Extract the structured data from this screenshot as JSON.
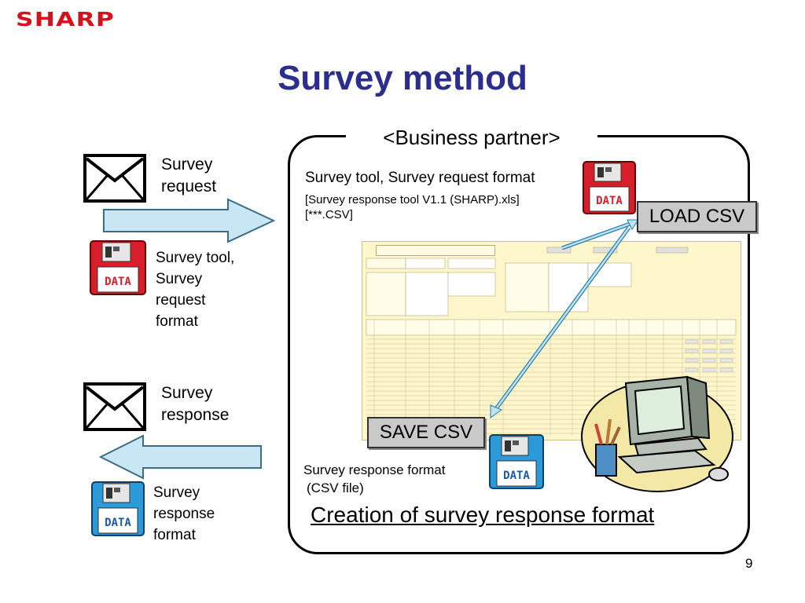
{
  "brand": {
    "logo_text": "SHARP",
    "color": "#d7101e"
  },
  "slide": {
    "title": "Survey method",
    "title_color": "#2b2e8f",
    "page_number": "9"
  },
  "left": {
    "request_label": [
      "Survey",
      "request"
    ],
    "tool_label": [
      "Survey tool,",
      "Survey",
      "request",
      "format"
    ],
    "response_label": [
      "Survey",
      "response"
    ],
    "response_format_label": [
      "Survey",
      "response",
      "format"
    ]
  },
  "partner": {
    "header": "<Business partner>",
    "tool_title": "Survey tool, Survey request format",
    "tool_file": "[Survey response tool V1.1 (SHARP).xls]",
    "csv_file": "[***.CSV]",
    "load_csv": "LOAD CSV",
    "save_csv": "SAVE CSV",
    "response_format": "Survey response format",
    "response_format_file": "(CSV file)",
    "creation": "Creation of survey response format"
  },
  "icons": {
    "envelope": "envelope-icon",
    "floppy_red": "floppy-disk-data-icon",
    "floppy_blue": "floppy-disk-data-icon",
    "computer": "computer-clipart-icon"
  },
  "colors": {
    "arrow_fill": "#c8e6f3",
    "floppy_red": "#d81e2a",
    "floppy_blue": "#2a9ad8",
    "sheet_bg": "#fff7cc"
  }
}
